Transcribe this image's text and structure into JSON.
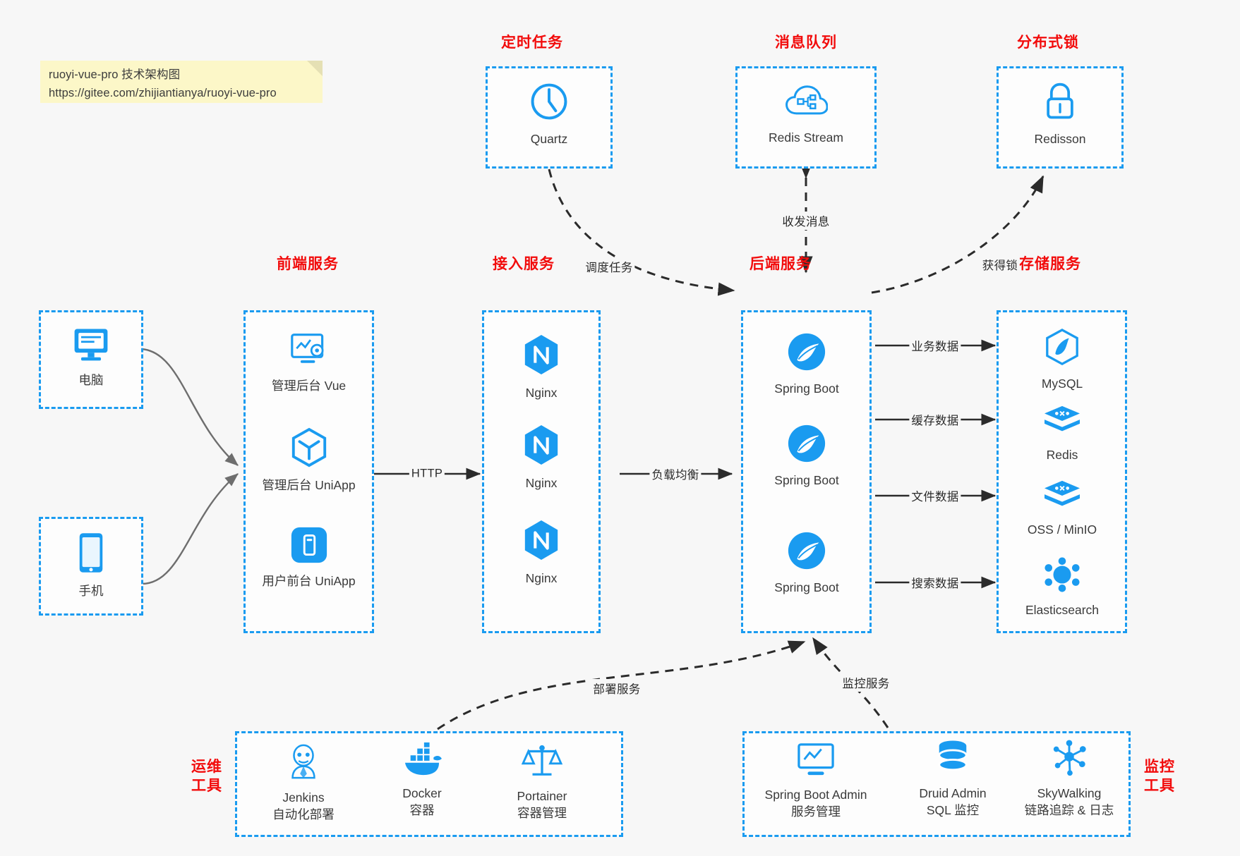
{
  "note": {
    "line1": "ruoyi-vue-pro 技术架构图",
    "line2": "https://gitee.com/zhijiantianya/ruoyi-vue-pro",
    "bg": "#fcf7c8"
  },
  "colors": {
    "accent": "#1a9bf0",
    "title_red": "#f20c0c",
    "text": "#3a3a3a",
    "arrow": "#2b2b2b",
    "canvas_bg": "#f7f7f7"
  },
  "groups": {
    "scheduler": {
      "title": "定时任务",
      "nodes": [
        {
          "label": "Quartz",
          "icon": "clock-icon"
        }
      ]
    },
    "mq": {
      "title": "消息队列",
      "nodes": [
        {
          "label": "Redis Stream",
          "icon": "cloud-stream-icon"
        }
      ]
    },
    "lock": {
      "title": "分布式锁",
      "nodes": [
        {
          "label": "Redisson",
          "icon": "lock-icon"
        }
      ]
    },
    "clients": {
      "title": "",
      "nodes": [
        {
          "label": "电脑",
          "icon": "desktop-icon"
        },
        {
          "label": "手机",
          "icon": "mobile-icon"
        }
      ]
    },
    "frontend": {
      "title": "前端服务",
      "nodes": [
        {
          "label": "管理后台 Vue",
          "icon": "dashboard-gear-icon"
        },
        {
          "label": "管理后台 UniApp",
          "icon": "cube-icon"
        },
        {
          "label": "用户前台 UniApp",
          "icon": "app-icon"
        }
      ]
    },
    "gateway": {
      "title": "接入服务",
      "nodes": [
        {
          "label": "Nginx",
          "icon": "nginx-icon"
        },
        {
          "label": "Nginx",
          "icon": "nginx-icon"
        },
        {
          "label": "Nginx",
          "icon": "nginx-icon"
        }
      ]
    },
    "backend": {
      "title": "后端服务",
      "nodes": [
        {
          "label": "Spring Boot",
          "icon": "spring-icon"
        },
        {
          "label": "Spring Boot",
          "icon": "spring-icon"
        },
        {
          "label": "Spring Boot",
          "icon": "spring-icon"
        }
      ]
    },
    "storage": {
      "title": "存储服务",
      "nodes": [
        {
          "label": "MySQL",
          "icon": "mysql-icon"
        },
        {
          "label": "Redis",
          "icon": "redis-icon"
        },
        {
          "label": "OSS / MinIO",
          "icon": "oss-icon"
        },
        {
          "label": "Elasticsearch",
          "icon": "elasticsearch-icon"
        }
      ]
    },
    "devops": {
      "title": "运维\n工具",
      "title_l1": "运维",
      "title_l2": "工具",
      "nodes": [
        {
          "label": "Jenkins",
          "sublabel": "自动化部署",
          "icon": "jenkins-icon"
        },
        {
          "label": "Docker",
          "sublabel": "容器",
          "icon": "docker-icon"
        },
        {
          "label": "Portainer",
          "sublabel": "容器管理",
          "icon": "portainer-icon"
        }
      ]
    },
    "monitor": {
      "title_l1": "监控",
      "title_l2": "工具",
      "nodes": [
        {
          "label": "Spring Boot Admin",
          "sublabel": "服务管理",
          "icon": "monitor-screen-icon"
        },
        {
          "label": "Druid Admin",
          "sublabel": "SQL 监控",
          "icon": "database-icon"
        },
        {
          "label": "SkyWalking",
          "sublabel": "链路追踪 & 日志",
          "icon": "skywalking-icon"
        }
      ]
    }
  },
  "edges": [
    {
      "id": "sched-backend",
      "label": "调度任务",
      "style": "dashed"
    },
    {
      "id": "mq-backend",
      "label": "收发消息",
      "style": "dashed"
    },
    {
      "id": "backend-lock",
      "label": "获得锁",
      "style": "dashed"
    },
    {
      "id": "frontend-gw",
      "label": "HTTP",
      "style": "solid"
    },
    {
      "id": "gw-backend",
      "label": "负载均衡",
      "style": "solid"
    },
    {
      "id": "backend-mysql",
      "label": "业务数据",
      "style": "solid"
    },
    {
      "id": "backend-redis",
      "label": "缓存数据",
      "style": "solid"
    },
    {
      "id": "backend-oss",
      "label": "文件数据",
      "style": "solid"
    },
    {
      "id": "backend-es",
      "label": "搜索数据",
      "style": "solid"
    },
    {
      "id": "devops-backend",
      "label": "部署服务",
      "style": "dashed"
    },
    {
      "id": "monitor-backend",
      "label": "监控服务",
      "style": "dashed"
    }
  ]
}
